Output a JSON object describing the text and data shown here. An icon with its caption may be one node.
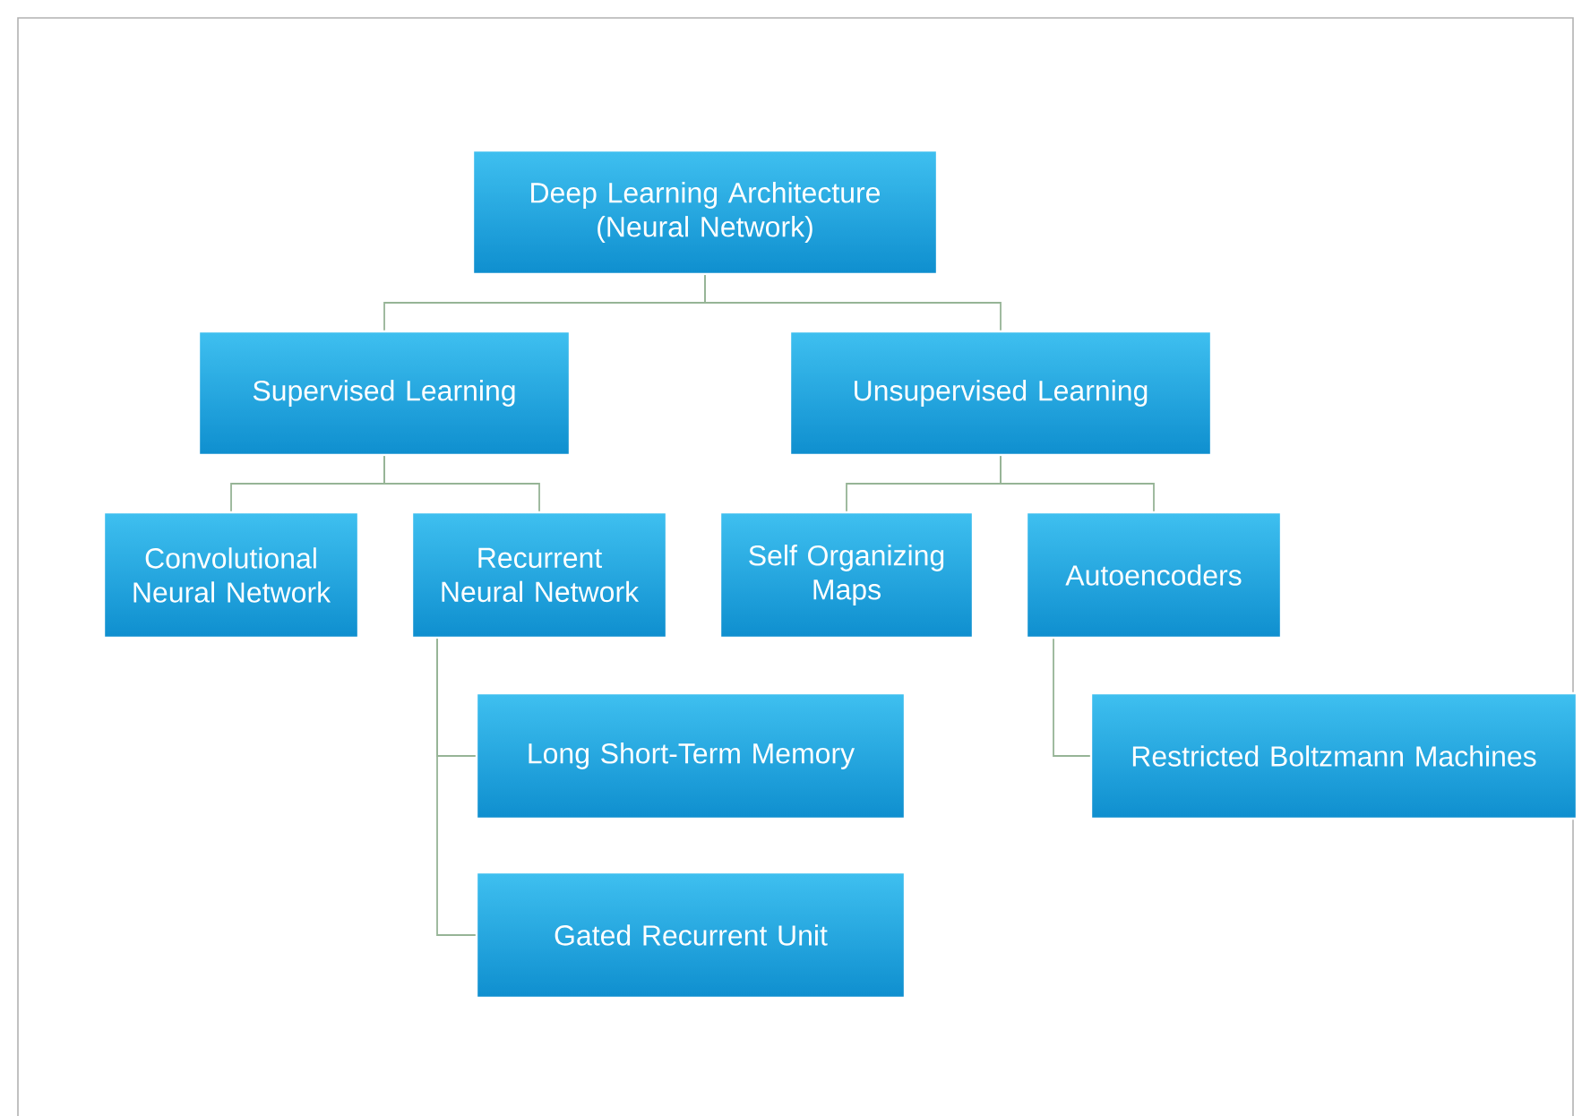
{
  "diagram": {
    "nodes": [
      {
        "text": [
          "Deep Learning Architecture (Neural Network)"
        ]
      },
      {
        "text": [
          "Supervised Learning"
        ]
      },
      {
        "text": [
          "Unsupervised Learning"
        ]
      },
      {
        "text": [
          "Convolutional Neural Network"
        ]
      },
      {
        "text": [
          "Recurrent Neural Network"
        ]
      },
      {
        "text": [
          "Self Organizing Maps"
        ]
      },
      {
        "text": [
          "Autoencoders"
        ]
      },
      {
        "text": [
          "Long Short-Term Memory"
        ]
      },
      {
        "text": [
          "Gated Recurrent Unit"
        ]
      },
      {
        "text": [
          "Restricted Boltzmann Machines"
        ]
      }
    ],
    "edges": [
      {
        "from": 0,
        "to": 1,
        "arrow": "none"
      },
      {
        "from": 0,
        "to": 2,
        "arrow": "none"
      },
      {
        "from": 1,
        "to": 3,
        "arrow": "none"
      },
      {
        "from": 1,
        "to": 4,
        "arrow": "none"
      },
      {
        "from": 2,
        "to": 5,
        "arrow": "none"
      },
      {
        "from": 2,
        "to": 6,
        "arrow": "none"
      },
      {
        "from": 4,
        "to": 7,
        "arrow": "none"
      },
      {
        "from": 4,
        "to": 8,
        "arrow": "none"
      },
      {
        "from": 6,
        "to": 9,
        "arrow": "none"
      }
    ]
  }
}
